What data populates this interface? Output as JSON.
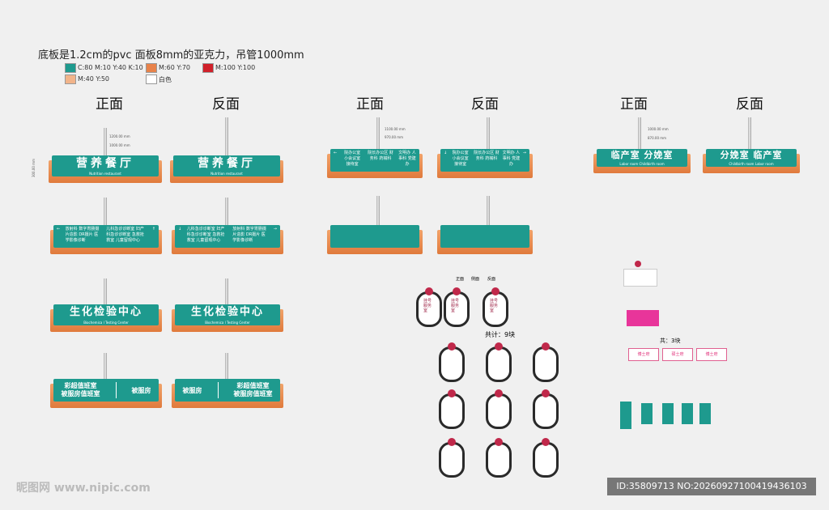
{
  "header": {
    "spec_text": "底板是1.2cm的pvc  面板8mm的亚克力，吊管1000mm"
  },
  "legend": [
    {
      "label": "C:80 M:10 Y:40 K:10",
      "color": "#1e9a8e"
    },
    {
      "label": "M:60 Y:70",
      "color": "#e8824a"
    },
    {
      "label": "M:100 Y:100",
      "color": "#d0202a"
    },
    {
      "label": "M:40 Y:50",
      "color": "#f2b48a"
    },
    {
      "label": "白色",
      "color": "#ffffff"
    }
  ],
  "faces": {
    "front": "正面",
    "back": "反面"
  },
  "signs": {
    "nutrition": {
      "title": "营养餐厅",
      "sub": "Nutrition restaurant"
    },
    "lab": {
      "title": "生化检验中心",
      "sub": "Biochemica l Testing Center"
    },
    "maternity_front": {
      "title": "临产室  分娩室",
      "sub": "Labor room     Childbirth room"
    },
    "maternity_back": {
      "title": "分娩室  临产室",
      "sub": "Childbirth room     Labor room"
    },
    "duty_front": {
      "left": "彩超值班室",
      "left2": "被服房值班室",
      "right": "被服房"
    },
    "duty_back": {
      "left": "被服房",
      "right": "彩超值班室",
      "right2": "被服房值班室"
    },
    "office_front": {
      "col1": "院办公室 小会议室 接待室",
      "col2": "院长办公区 财务科 药械科",
      "col3": "文明办 人事科 党建办"
    },
    "directions_front": {
      "col1": "放射科 数字胃肠摄片造影 DR摄片 医学影像诊断",
      "col2": "儿科急诊诊断室 妇产科急诊诊断室 急救抢救室 儿童留观中心"
    }
  },
  "dims": {
    "w1": "1200.00 mm",
    "w2": "1000.00 mm",
    "h1": "300.00 mm",
    "w3": "1100.00 mm",
    "w4": "970.00 mm",
    "w5": "1000.00 mm",
    "w6": "870.00 mm"
  },
  "round_signs": {
    "count_text": "共计：9块",
    "label_a": "挂号服务室",
    "front": "正面",
    "side": "侧面",
    "back": "反面"
  },
  "pink_group": {
    "count_text": "共：3块",
    "items": [
      "博士府",
      "硕士府",
      "博士府"
    ]
  },
  "watermark": {
    "left": "昵图网 www.nipic.com",
    "right": "ID:35809713 NO:20260927100419436103"
  }
}
